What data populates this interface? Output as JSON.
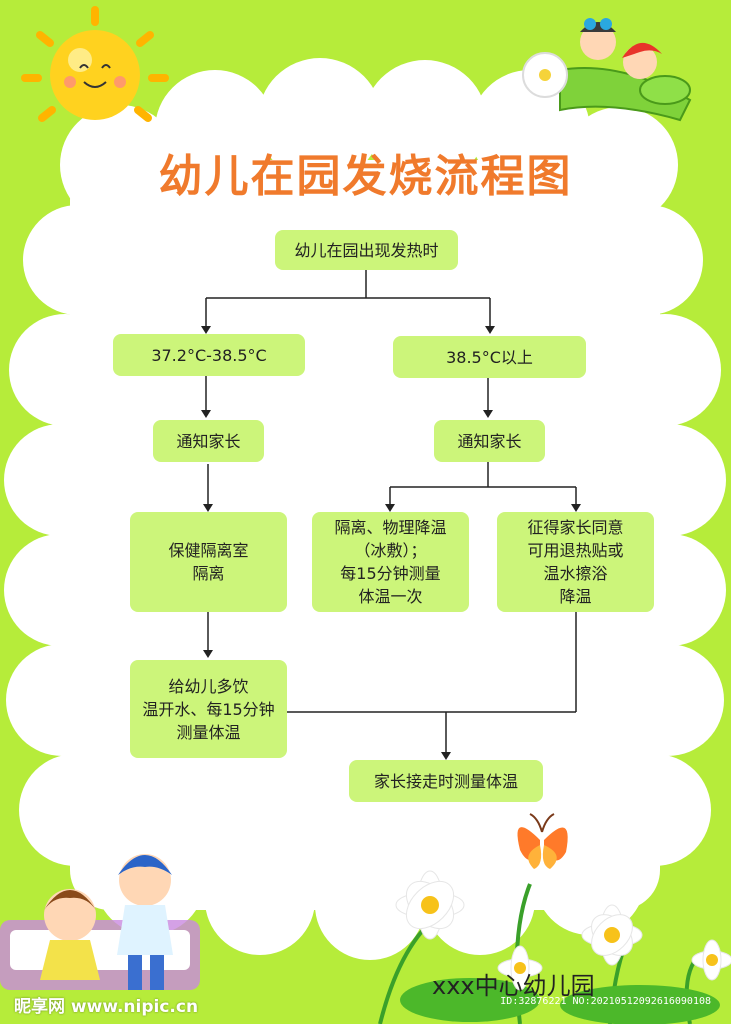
{
  "title": "幼儿在园发烧流程图",
  "flow": {
    "start": "幼儿在园出现发热时",
    "left_temp": "37.2°C-38.5°C",
    "right_temp": "38.5°C以上",
    "left_notify": "通知家长",
    "right_notify": "通知家长",
    "left_isolate": "保健隔离室\n隔离",
    "left_water": "给幼儿多饮\n温开水、每15分钟\n测量体温",
    "right_physical": "隔离、物理降温\n（冰敷）；\n每15分钟测量\n体温一次",
    "right_consent": "征得家长同意\n可用退热贴或\n温水擦浴\n降温",
    "end": "家长接走时测量体温"
  },
  "footer": "xxx中心幼儿园",
  "watermark": {
    "left": "昵享网 www.nipic.cn",
    "right": "ID:32876221 NO:20210512092616090108"
  },
  "colors": {
    "background": "#b6ec3a",
    "cloud": "#ffffff",
    "box": "#ccf57a",
    "title": "#f07a2c",
    "line": "#222222"
  }
}
